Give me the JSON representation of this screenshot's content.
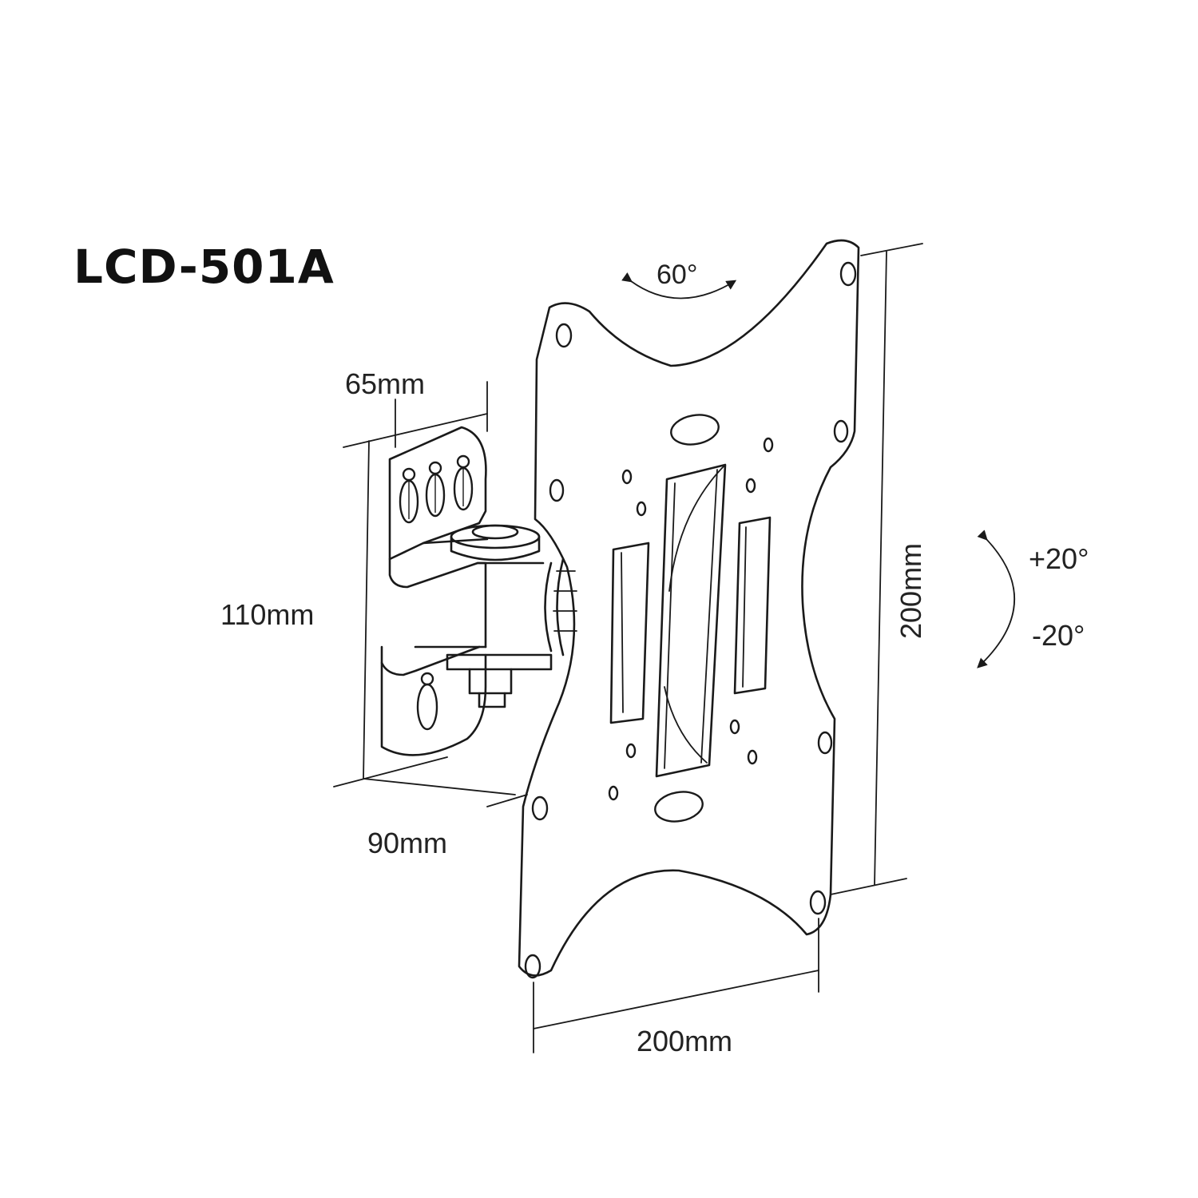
{
  "title": "LCD-501A",
  "colors": {
    "line": "#1a1a1a",
    "text": "#222222",
    "background": "#ffffff"
  },
  "dimensions": {
    "swivel": "60°",
    "tilt_up": "+20°",
    "tilt_down": "-20°",
    "wall_plate_width": "65mm",
    "wall_plate_height": "110mm",
    "arm_depth": "90mm",
    "vesa_height": "200mm",
    "vesa_width": "200mm"
  }
}
